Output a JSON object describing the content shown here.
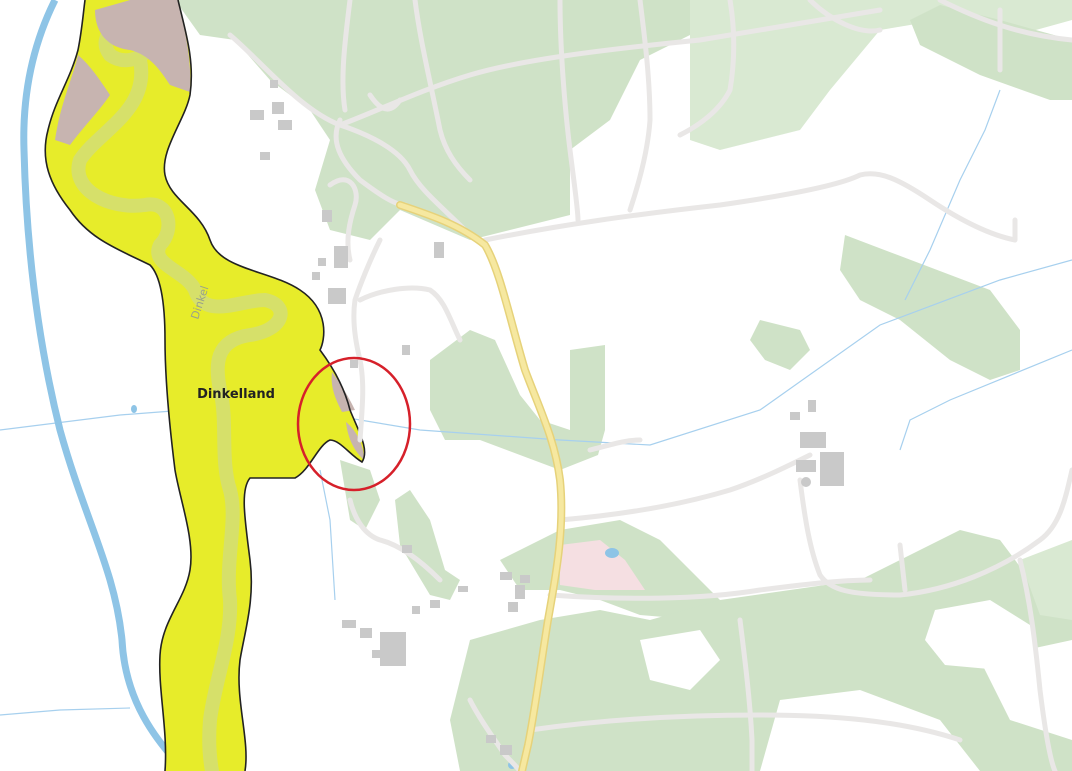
{
  "map": {
    "labels": {
      "municipality": "Dinkelland",
      "river": "Dinkel"
    },
    "colors": {
      "background": "#ffffff",
      "forest": "#cfe2c7",
      "forest_light": "#d9e9d2",
      "water": "#8ec4e6",
      "water_line": "#a7d0ee",
      "road": "#e9e7e6",
      "road_casing": "#d6d3d1",
      "main_road": "#f6e8a0",
      "main_road_casing": "#e6d27a",
      "highlight_zone": "#e7ec2a",
      "highlight_zone_inner": "#d6e06a",
      "highlight_border": "#222222",
      "terrain_mauve": "#c7b4b0",
      "building": "#c9c9c9",
      "pink_area": "#f5dfe2",
      "marker_circle": "#d6202a"
    },
    "marker": {
      "shape": "circle",
      "purpose": "highlighted location"
    }
  }
}
